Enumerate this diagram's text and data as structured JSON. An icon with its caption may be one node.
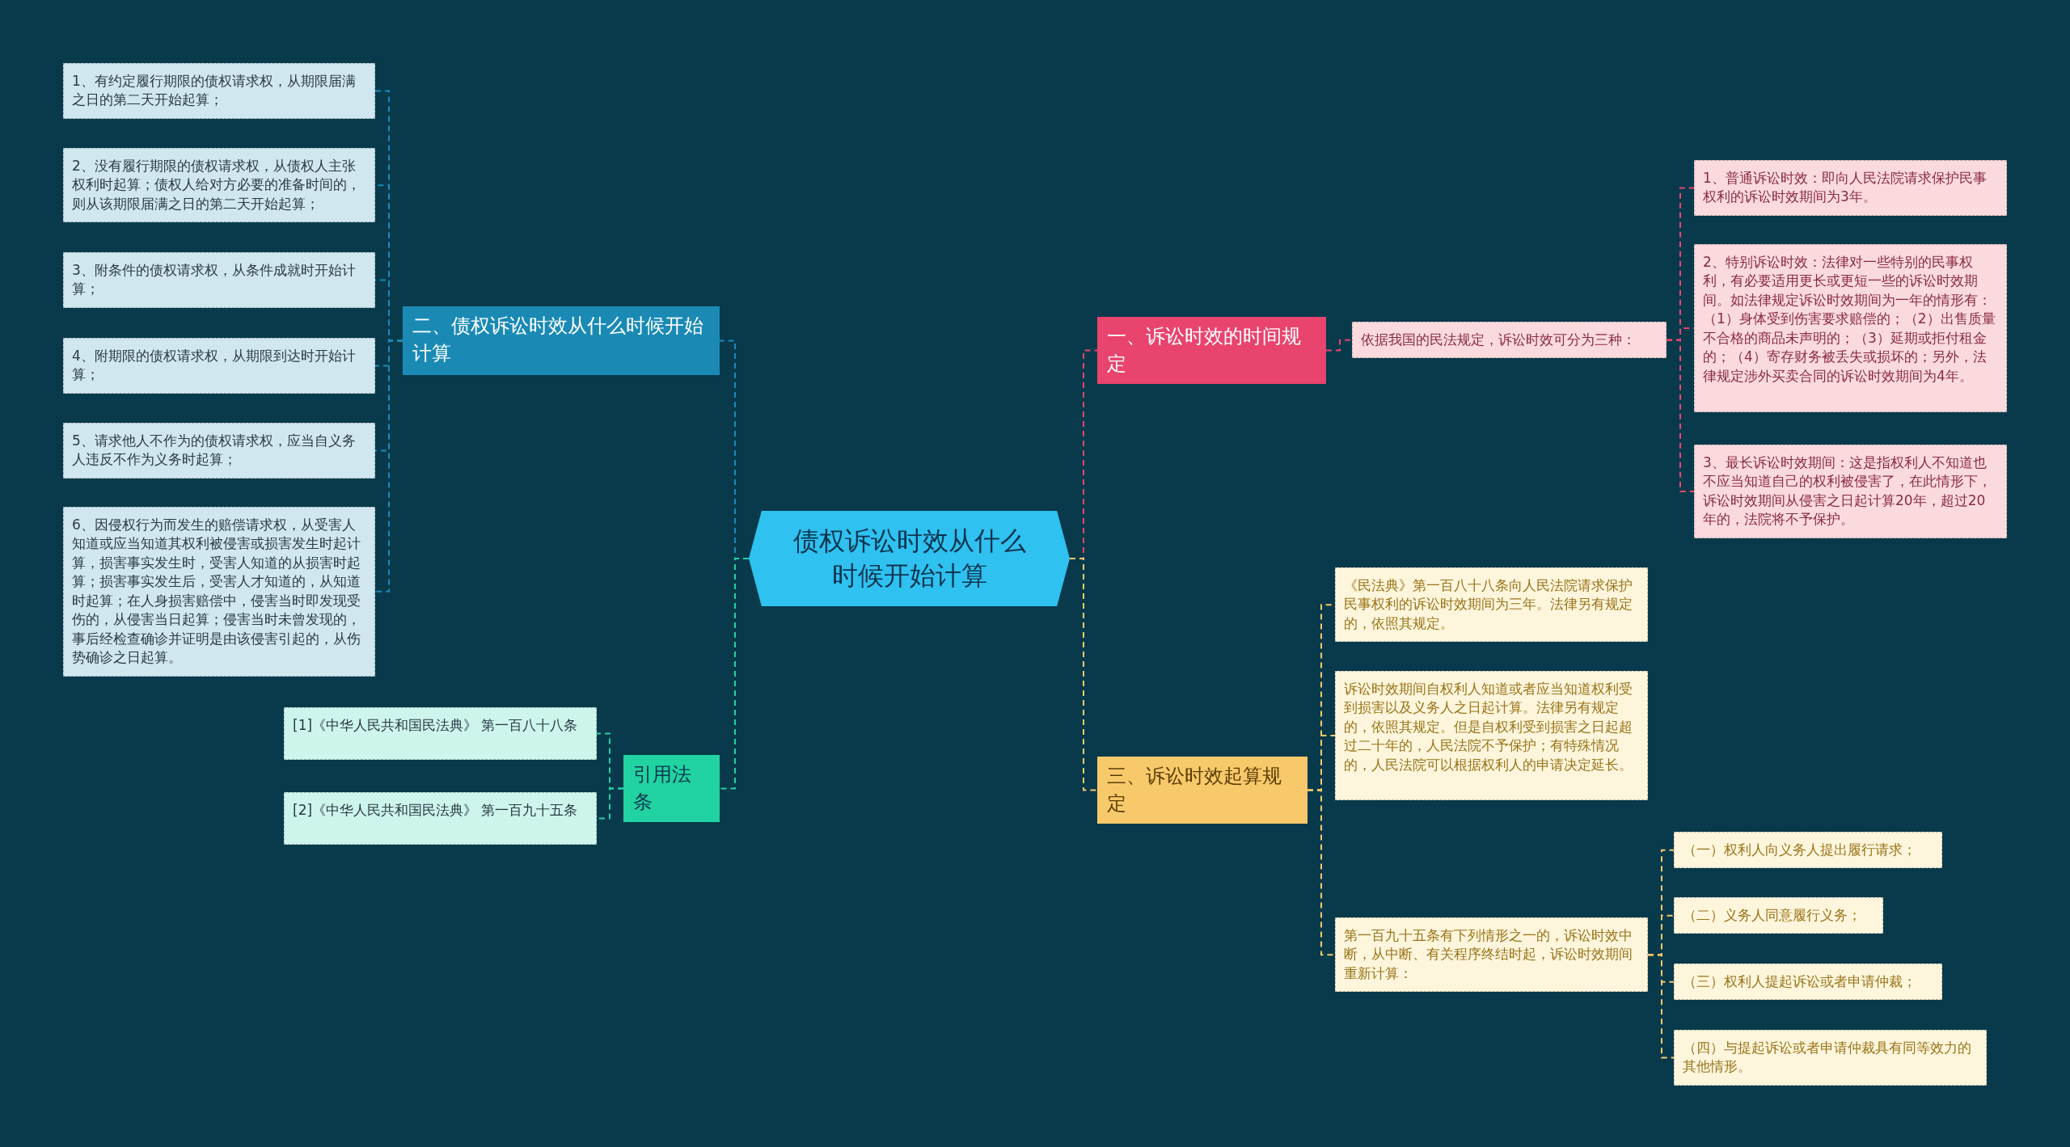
{
  "diagram": {
    "nodes": [
      {
        "text": [
          "债权诉讼时效从什么时候开始计算"
        ]
      },
      {
        "text": [
          "一、诉讼时效的时间规定"
        ]
      },
      {
        "text": [
          "依据我国的民法规定，诉讼时效可分为三种："
        ]
      },
      {
        "text": [
          "1、普通诉讼时效：即向人民法院请求保护民事权利的诉讼时效期间为3年。"
        ]
      },
      {
        "text": [
          "2、特别诉讼时效：法律对一些特别的民事权利，有必要适用更长或更短一些的诉讼时效期间。如法律规定诉讼时效期间为一年的情形有：（1）身体受到伤害要求赔偿的；（2）出售质量不合格的商品未声明的；（3）延期或拒付租金的；（4）寄存财务被丢失或损坏的；另外，法律规定涉外买卖合同的诉讼时效期间为4年。"
        ]
      },
      {
        "text": [
          "3、最长诉讼时效期间：这是指权利人不知道也不应当知道自己的权利被侵害了，在此情形下，诉讼时效期间从侵害之日起计算20年，超过20年的，法院将不予保护。"
        ]
      },
      {
        "text": [
          "二、债权诉讼时效从什么时候开始计算"
        ]
      },
      {
        "text": [
          "1、有约定履行期限的债权请求权，从期限届满之日的第二天开始起算；"
        ]
      },
      {
        "text": [
          "2、没有履行期限的债权请求权，从债权人主张权利时起算；债权人给对方必要的准备时间的，则从该期限届满之日的第二天开始起算；"
        ]
      },
      {
        "text": [
          "3、附条件的债权请求权，从条件成就时开始计算；"
        ]
      },
      {
        "text": [
          "4、附期限的债权请求权，从期限到达时开始计算；"
        ]
      },
      {
        "text": [
          "5、请求他人不作为的债权请求权，应当自义务人违反不作为义务时起算；"
        ]
      },
      {
        "text": [
          "6、因侵权行为而发生的赔偿请求权，从受害人知道或应当知道其权利被侵害或损害发生时起计算，损害事实发生时，受害人知道的从损害时起算；损害事实发生后，受害人才知道的，从知道时起算；在人身损害赔偿中，侵害当时即发现受伤的，从侵害当日起算；侵害当时未曾发现的，事后经检查确诊并证明是由该侵害引起的，从伤势确诊之日起算。"
        ]
      },
      {
        "text": [
          "引用法条"
        ]
      },
      {
        "text": [
          "[1]《中华人民共和国民法典》 第一百八十八条"
        ]
      },
      {
        "text": [
          "[2]《中华人民共和国民法典》 第一百九十五条"
        ]
      },
      {
        "text": [
          "三、诉讼时效起算规定"
        ]
      },
      {
        "text": [
          "《民法典》第一百八十八条向人民法院请求保护民事权利的诉讼时效期间为三年。法律另有规定的，依照其规定。"
        ]
      },
      {
        "text": [
          "诉讼时效期间自权利人知道或者应当知道权利受到损害以及义务人之日起计算。法律另有规定的，依照其规定。但是自权利受到损害之日起超过二十年的，人民法院不予保护；有特殊情况的，人民法院可以根据权利人的申请决定延长。"
        ]
      },
      {
        "text": [
          "第一百九十五条有下列情形之一的，诉讼时效中断，从中断、有关程序终结时起，诉讼时效期间重新计算："
        ]
      },
      {
        "text": [
          "（一）权利人向义务人提出履行请求；"
        ]
      },
      {
        "text": [
          "（二）义务人同意履行义务；"
        ]
      },
      {
        "text": [
          "（三）权利人提起诉讼或者申请仲裁；"
        ]
      },
      {
        "text": [
          "（四）与提起诉讼或者申请仲裁具有同等效力的其他情形。"
        ]
      }
    ],
    "edges": [
      {
        "from": 0,
        "to": 1,
        "arrow": "none",
        "style": "dashed",
        "color": "#e8446e"
      },
      {
        "from": 1,
        "to": 2,
        "arrow": "none",
        "style": "dashed",
        "color": "#e8446e"
      },
      {
        "from": 2,
        "to": 3,
        "arrow": "none",
        "style": "dashed",
        "color": "#e8446e"
      },
      {
        "from": 2,
        "to": 4,
        "arrow": "none",
        "style": "dashed",
        "color": "#e8446e"
      },
      {
        "from": 2,
        "to": 5,
        "arrow": "none",
        "style": "dashed",
        "color": "#e8446e"
      },
      {
        "from": 0,
        "to": 6,
        "arrow": "none",
        "style": "dashed",
        "color": "#1a8ab5"
      },
      {
        "from": 6,
        "to": 7,
        "arrow": "none",
        "style": "dashed",
        "color": "#1a8ab5"
      },
      {
        "from": 6,
        "to": 8,
        "arrow": "none",
        "style": "dashed",
        "color": "#1a8ab5"
      },
      {
        "from": 6,
        "to": 9,
        "arrow": "none",
        "style": "dashed",
        "color": "#1a8ab5"
      },
      {
        "from": 6,
        "to": 10,
        "arrow": "none",
        "style": "dashed",
        "color": "#1a8ab5"
      },
      {
        "from": 6,
        "to": 11,
        "arrow": "none",
        "style": "dashed",
        "color": "#1a8ab5"
      },
      {
        "from": 6,
        "to": 12,
        "arrow": "none",
        "style": "dashed",
        "color": "#1a8ab5"
      },
      {
        "from": 0,
        "to": 13,
        "arrow": "none",
        "style": "dashed",
        "color": "#21d3a0"
      },
      {
        "from": 13,
        "to": 14,
        "arrow": "none",
        "style": "dashed",
        "color": "#21d3a0"
      },
      {
        "from": 13,
        "to": 15,
        "arrow": "none",
        "style": "dashed",
        "color": "#21d3a0"
      },
      {
        "from": 0,
        "to": 16,
        "arrow": "none",
        "style": "dashed",
        "color": "#f8c96a"
      },
      {
        "from": 16,
        "to": 17,
        "arrow": "none",
        "style": "dashed",
        "color": "#f8c96a"
      },
      {
        "from": 16,
        "to": 18,
        "arrow": "none",
        "style": "dashed",
        "color": "#f8c96a"
      },
      {
        "from": 16,
        "to": 19,
        "arrow": "none",
        "style": "dashed",
        "color": "#f8c96a"
      },
      {
        "from": 19,
        "to": 20,
        "arrow": "none",
        "style": "dashed",
        "color": "#f8c96a"
      },
      {
        "from": 19,
        "to": 21,
        "arrow": "none",
        "style": "dashed",
        "color": "#f8c96a"
      },
      {
        "from": 19,
        "to": 22,
        "arrow": "none",
        "style": "dashed",
        "color": "#f8c96a"
      },
      {
        "from": 19,
        "to": 23,
        "arrow": "none",
        "style": "dashed",
        "color": "#f8c96a"
      }
    ]
  }
}
